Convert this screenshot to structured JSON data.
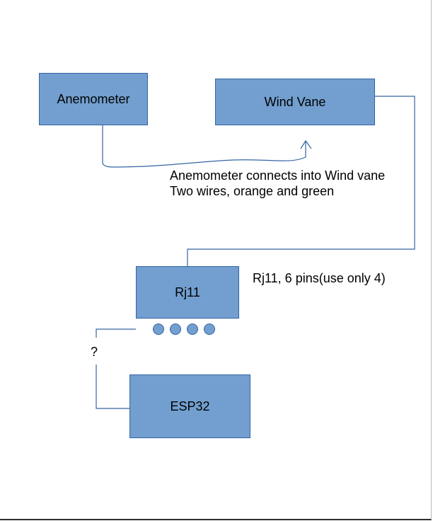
{
  "diagram": {
    "nodes": {
      "anemometer": "Anemometer",
      "wind_vane": "Wind Vane",
      "rj11": "Rj11",
      "esp32": "ESP32"
    },
    "notes": {
      "connection_line_1": "Anemometer connects into Wind vane",
      "connection_line_2": "Two wires, orange and green",
      "rj11_pins": "Rj11, 6 pins(use only 4)",
      "unknown_link": "?"
    },
    "rj11_pin_count_shown": 4,
    "colors": {
      "box_fill": "#729fcf",
      "box_border": "#3465a4",
      "connector": "#3465a4"
    }
  }
}
